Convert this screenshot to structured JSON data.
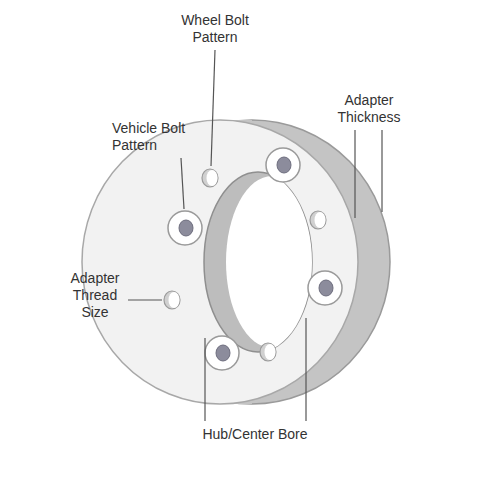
{
  "diagram": {
    "labels": [
      "Wheel Bolt Pattern",
      "Vehicle Bolt Pattern",
      "Adapter Thickness",
      "Adapter Thread Size",
      "Hub/Center Bore"
    ]
  }
}
